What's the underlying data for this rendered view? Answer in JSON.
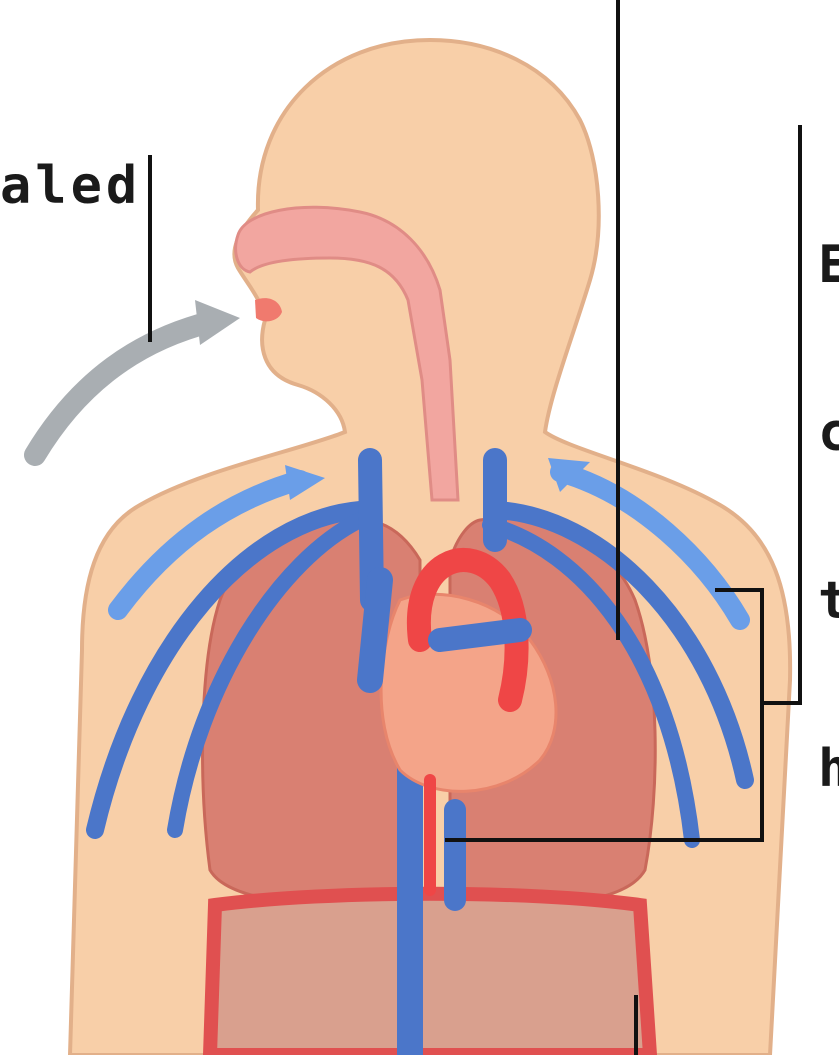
{
  "labels": {
    "left": "aled",
    "right_lines": [
      "E",
      "c",
      "t",
      "h"
    ]
  }
}
